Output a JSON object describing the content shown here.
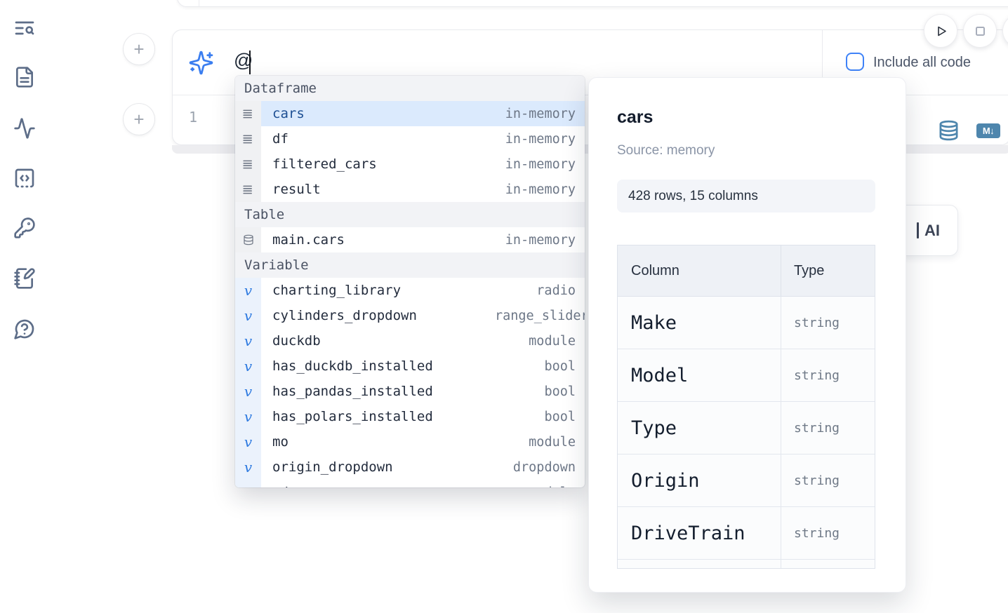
{
  "sidebar": {
    "icons": [
      "text-search-icon",
      "file-text-icon",
      "activity-icon",
      "code-snippets-icon",
      "key-icon",
      "scratchpad-icon",
      "help-icon"
    ]
  },
  "add_cell_buttons": [
    {
      "label": "+"
    },
    {
      "label": "+"
    }
  ],
  "ai_cell": {
    "prompt_value": "@",
    "include_all_code": {
      "label": "Include all code",
      "checked": false
    },
    "editor": {
      "line_number": "1"
    },
    "action_icons": [
      {
        "name": "database-icon"
      },
      {
        "name": "markdown-export-icon",
        "badge": "M↓"
      }
    ]
  },
  "run_controls": {
    "buttons": [
      {
        "icon": "play"
      },
      {
        "icon": "stop"
      },
      {
        "icon": "partial-circle"
      }
    ]
  },
  "autocomplete": {
    "sections": [
      {
        "label": "Dataframe",
        "icon": "rows",
        "items": [
          {
            "name": "cars",
            "type": "in-memory",
            "selected": true
          },
          {
            "name": "df",
            "type": "in-memory"
          },
          {
            "name": "filtered_cars",
            "type": "in-memory"
          },
          {
            "name": "result",
            "type": "in-memory"
          }
        ]
      },
      {
        "label": "Table",
        "icon": "database",
        "items": [
          {
            "name": "main.cars",
            "type": "in-memory"
          }
        ]
      },
      {
        "label": "Variable",
        "icon": "variable",
        "items": [
          {
            "name": "charting_library",
            "type": "radio"
          },
          {
            "name": "cylinders_dropdown",
            "type": "range_slider",
            "clip": true
          },
          {
            "name": "duckdb",
            "type": "module"
          },
          {
            "name": "has_duckdb_installed",
            "type": "bool"
          },
          {
            "name": "has_pandas_installed",
            "type": "bool"
          },
          {
            "name": "has_polars_installed",
            "type": "bool"
          },
          {
            "name": "mo",
            "type": "module"
          },
          {
            "name": "origin_dropdown",
            "type": "dropdown"
          },
          {
            "name": "pd",
            "type": "module",
            "partial": true
          }
        ]
      }
    ]
  },
  "preview": {
    "title": "cars",
    "source": "Source: memory",
    "shape": "428 rows, 15 columns",
    "table": {
      "headers": [
        "Column",
        "Type"
      ],
      "rows": [
        {
          "column": "Make",
          "type": "string"
        },
        {
          "column": "Model",
          "type": "string"
        },
        {
          "column": "Type",
          "type": "string"
        },
        {
          "column": "Origin",
          "type": "string"
        },
        {
          "column": "DriveTrain",
          "type": "string"
        }
      ]
    }
  },
  "ai_generate_button": {
    "visible_label": "AI"
  },
  "colors": {
    "accent_blue": "#3f83f8",
    "steel_blue": "#4e86ad",
    "selected_row_bg": "#dbeafd",
    "selected_row_text": "#1d4f93",
    "icon_slate": "#5d6d88"
  }
}
